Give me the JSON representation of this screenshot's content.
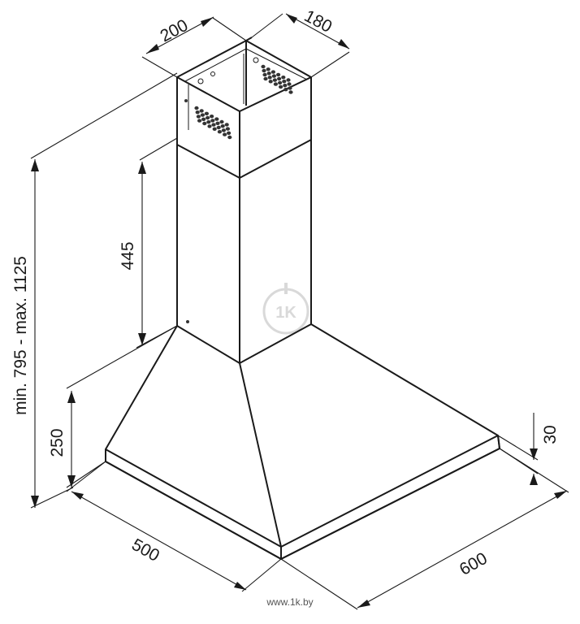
{
  "dimensions": {
    "chimney_width": "200",
    "chimney_depth": "180",
    "chimney_lower_height": "445",
    "total_height": "min. 795 - max. 1125",
    "canopy_height": "250",
    "base_thickness": "30",
    "hood_depth": "500",
    "hood_width": "600"
  },
  "watermark": {
    "logo_text": "1K"
  },
  "credit": "www.1k.by",
  "colors": {
    "line": "#1a1a1a",
    "watermark": "#d9d9d9",
    "background": "#ffffff"
  }
}
